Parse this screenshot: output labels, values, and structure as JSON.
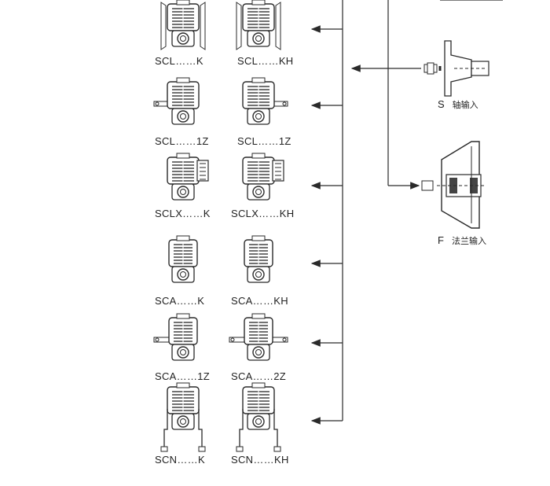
{
  "rows": [
    {
      "left": {
        "code": "SCL",
        "suffix": "K",
        "variant": "basic-mounted"
      },
      "right": {
        "code": "SCL",
        "suffix": "KH",
        "variant": "hollow-mounted"
      }
    },
    {
      "left": {
        "code": "SCL",
        "suffix": "1Z",
        "variant": "shaft-left"
      },
      "right": {
        "code": "SCL",
        "suffix": "1Z",
        "variant": "shaft-right"
      }
    },
    {
      "left": {
        "code": "SCLX",
        "suffix": "K",
        "variant": "motor-side"
      },
      "right": {
        "code": "SCLX",
        "suffix": "KH",
        "variant": "motor-side-hollow"
      }
    },
    {
      "left": {
        "code": "SCA",
        "suffix": "K",
        "variant": "compact"
      },
      "right": {
        "code": "SCA",
        "suffix": "KH",
        "variant": "compact-hollow"
      }
    },
    {
      "left": {
        "code": "SCA",
        "suffix": "1Z",
        "variant": "compact-shaft"
      },
      "right": {
        "code": "SCA",
        "suffix": "2Z",
        "variant": "compact-double-shaft"
      }
    },
    {
      "left": {
        "code": "SCN",
        "suffix": "K",
        "variant": "torque-arm"
      },
      "right": {
        "code": "SCN",
        "suffix": "KH",
        "variant": "torque-arm-hollow"
      }
    }
  ],
  "separator": "……",
  "inputs": {
    "shaft": {
      "letter": "S",
      "label": "轴输入",
      "icon": "shaft-input-icon"
    },
    "flange": {
      "letter": "F",
      "label": "法兰输入",
      "icon": "flange-input-icon"
    }
  },
  "colors": {
    "line": "#2a2a2a",
    "body": "#ffffff",
    "fill": "#444444"
  }
}
